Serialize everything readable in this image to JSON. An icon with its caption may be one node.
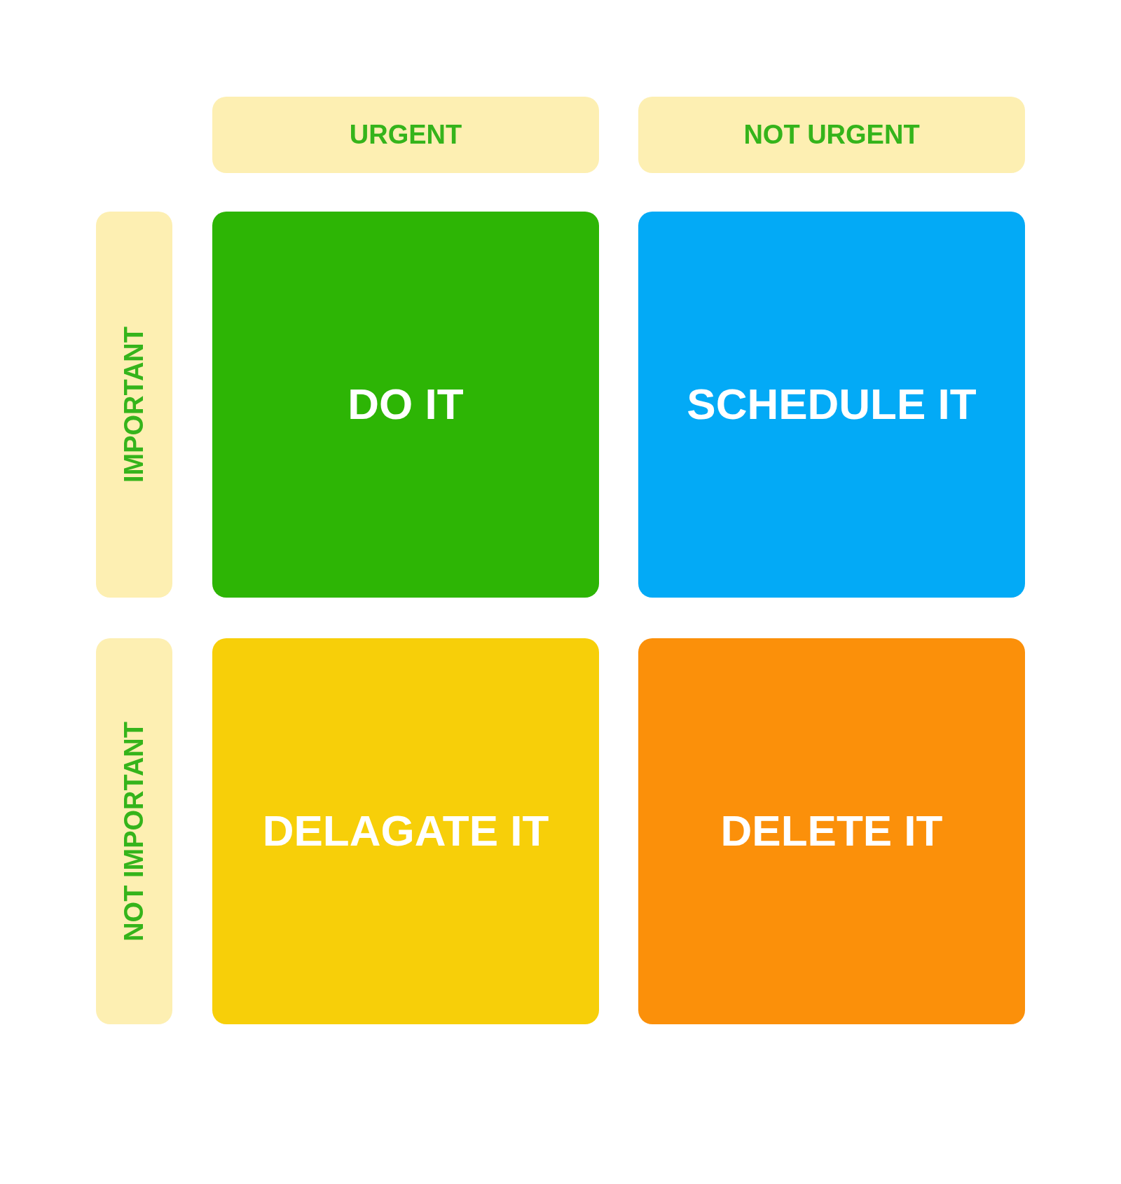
{
  "diagram": {
    "nodes": [
      {
        "text": [
          "URGENT"
        ]
      },
      {
        "text": [
          "NOT URGENT"
        ]
      },
      {
        "text": [
          "IMPORTANT"
        ]
      },
      {
        "text": [
          "DO IT"
        ]
      },
      {
        "text": [
          "SCHEDULE IT"
        ]
      },
      {
        "text": [
          "NOT IMPORTANT"
        ]
      },
      {
        "text": [
          "DELAGATE IT"
        ]
      },
      {
        "text": [
          "DELETE IT"
        ]
      }
    ]
  }
}
